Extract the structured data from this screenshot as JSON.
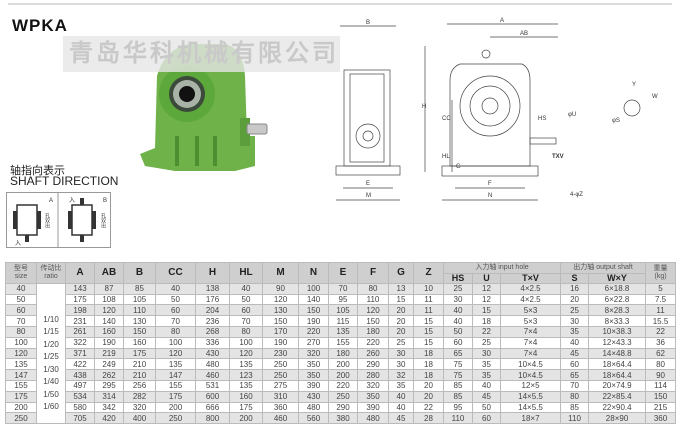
{
  "title": "WPKA",
  "watermark": "青岛华科机械有限公司",
  "shaft_direction": {
    "cn": "轴指向表示",
    "en": "SHAFT DIRECTION",
    "panel_a": "A",
    "panel_b": "B",
    "in_label": "入",
    "out_label": "孔双出"
  },
  "drawing_labels": {
    "B": "B",
    "E": "E",
    "M": "M",
    "A": "A",
    "AB": "AB",
    "H": "H",
    "CC": "CC",
    "HL": "HL",
    "G": "G",
    "F": "F",
    "N": "N",
    "Z": "4-φZ",
    "HS": "HS",
    "U": "φU",
    "TXV": "TXV",
    "Y": "Y",
    "W": "W",
    "S": "φS"
  },
  "table": {
    "headers": {
      "size_cn": "型号",
      "size_en": "size",
      "ratio_cn": "传动比",
      "ratio_en": "ratio",
      "cols": [
        "A",
        "AB",
        "B",
        "CC",
        "H",
        "HL",
        "M",
        "N",
        "E",
        "F",
        "G",
        "Z"
      ],
      "input_group": "入力轴 input hole",
      "input_cols": [
        "HS",
        "U",
        "T×V"
      ],
      "output_group": "出力轴 output shaft",
      "output_cols": [
        "S",
        "W×Y"
      ],
      "weight_cn": "重量",
      "weight_en": "(kg)"
    },
    "ratios": [
      "1/10",
      "1/15",
      "1/20",
      "1/25",
      "1/30",
      "1/40",
      "1/50",
      "1/60"
    ],
    "rows": [
      [
        "40",
        "143",
        "87",
        "85",
        "40",
        "138",
        "40",
        "90",
        "100",
        "70",
        "80",
        "13",
        "10",
        "25",
        "12",
        "4×2.5",
        "16",
        "6×18.8",
        "5"
      ],
      [
        "50",
        "175",
        "108",
        "105",
        "50",
        "176",
        "50",
        "120",
        "140",
        "95",
        "110",
        "15",
        "11",
        "30",
        "12",
        "4×2.5",
        "20",
        "6×22.8",
        "7.5"
      ],
      [
        "60",
        "198",
        "120",
        "110",
        "60",
        "204",
        "60",
        "130",
        "150",
        "105",
        "120",
        "20",
        "11",
        "40",
        "15",
        "5×3",
        "25",
        "8×28.3",
        "11"
      ],
      [
        "70",
        "231",
        "140",
        "130",
        "70",
        "236",
        "70",
        "150",
        "190",
        "115",
        "150",
        "20",
        "15",
        "40",
        "18",
        "5×3",
        "30",
        "8×33.3",
        "15.5"
      ],
      [
        "80",
        "261",
        "160",
        "150",
        "80",
        "268",
        "80",
        "170",
        "220",
        "135",
        "180",
        "20",
        "15",
        "50",
        "22",
        "7×4",
        "35",
        "10×38.3",
        "22"
      ],
      [
        "100",
        "322",
        "190",
        "160",
        "100",
        "336",
        "100",
        "190",
        "270",
        "155",
        "220",
        "25",
        "15",
        "60",
        "25",
        "7×4",
        "40",
        "12×43.3",
        "36"
      ],
      [
        "120",
        "371",
        "219",
        "175",
        "120",
        "430",
        "120",
        "230",
        "320",
        "180",
        "260",
        "30",
        "18",
        "65",
        "30",
        "7×4",
        "45",
        "14×48.8",
        "62"
      ],
      [
        "135",
        "422",
        "249",
        "210",
        "135",
        "480",
        "135",
        "250",
        "350",
        "200",
        "290",
        "30",
        "18",
        "75",
        "35",
        "10×4.5",
        "60",
        "18×64.4",
        "80"
      ],
      [
        "147",
        "438",
        "262",
        "210",
        "147",
        "460",
        "123",
        "250",
        "350",
        "200",
        "280",
        "32",
        "18",
        "75",
        "35",
        "10×4.5",
        "65",
        "18×64.4",
        "90"
      ],
      [
        "155",
        "497",
        "295",
        "256",
        "155",
        "531",
        "135",
        "275",
        "390",
        "220",
        "320",
        "35",
        "20",
        "85",
        "40",
        "12×5",
        "70",
        "20×74.9",
        "114"
      ],
      [
        "175",
        "534",
        "314",
        "282",
        "175",
        "600",
        "160",
        "310",
        "430",
        "250",
        "350",
        "40",
        "20",
        "85",
        "45",
        "14×5.5",
        "80",
        "22×85.4",
        "150"
      ],
      [
        "200",
        "580",
        "342",
        "320",
        "200",
        "666",
        "175",
        "360",
        "480",
        "290",
        "390",
        "40",
        "22",
        "95",
        "50",
        "14×5.5",
        "85",
        "22×90.4",
        "215"
      ],
      [
        "250",
        "705",
        "420",
        "400",
        "250",
        "800",
        "200",
        "460",
        "560",
        "380",
        "480",
        "45",
        "28",
        "110",
        "60",
        "18×7",
        "110",
        "28×90",
        "360"
      ]
    ]
  }
}
